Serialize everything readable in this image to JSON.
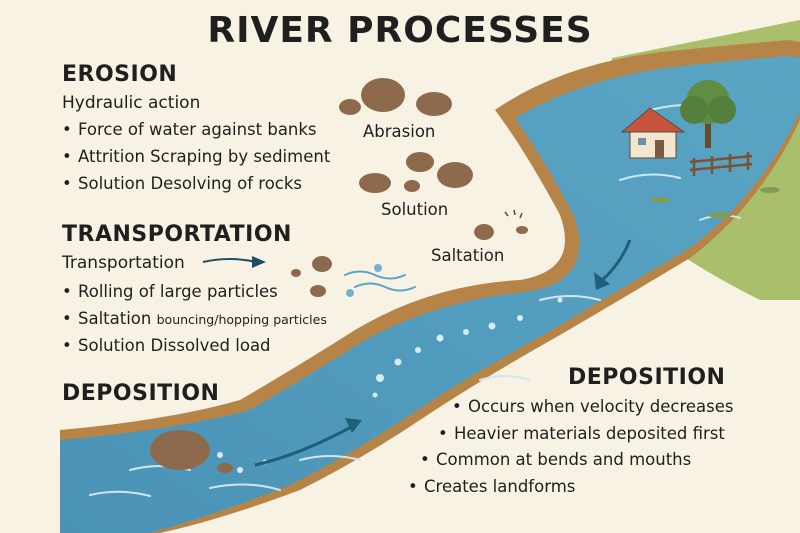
{
  "title": "RIVER PROCESSES",
  "erosion": {
    "heading": "EROSION",
    "subheading": "Hydraulic action",
    "items": [
      {
        "term": "",
        "desc": "Force of water against banks"
      },
      {
        "term": "Attrition",
        "desc": "Scraping by sediment"
      },
      {
        "term": "Solution",
        "desc": "Desolving of rocks"
      }
    ]
  },
  "transportation": {
    "heading": "TRANSPORTATION",
    "subheading": "Transportation",
    "items": [
      {
        "term": "",
        "desc": "Rolling of large particles"
      },
      {
        "term": "Saltation",
        "desc": "bouncing/hopping particles"
      },
      {
        "term": "Solution",
        "desc": "Dissolved load"
      }
    ]
  },
  "deposition_left": {
    "heading": "DEPOSITION"
  },
  "deposition_right": {
    "heading": "DEPOSITION",
    "items": [
      "Occurs when velocity decreases",
      "Heavier materials deposited first",
      "Common at bends and mouths",
      "Creates landforms"
    ]
  },
  "labels": {
    "abrasion": "Abrasion",
    "solution": "Solution",
    "saltation": "Saltation"
  },
  "colors": {
    "river": "#4f95b6",
    "bank": "#b07d40",
    "grass": "#a6bd6a",
    "rock": "#8e6a4c",
    "roof": "#c8543b"
  }
}
